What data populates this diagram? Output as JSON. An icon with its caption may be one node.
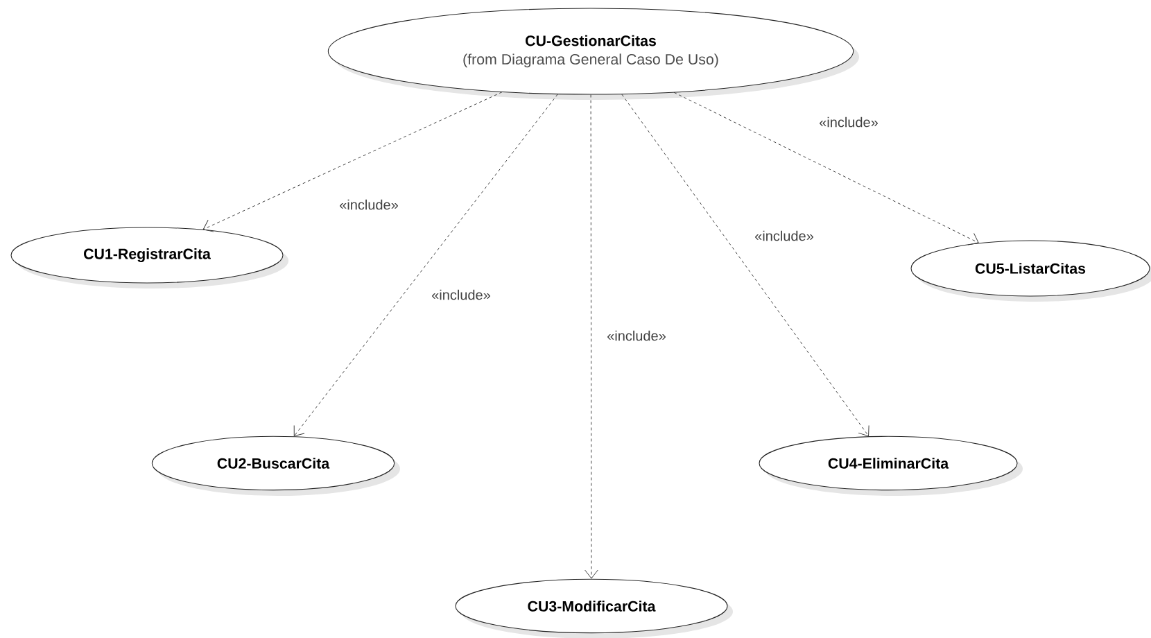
{
  "diagram": {
    "nodes": [
      {
        "text": [
          "CU-GestionarCitas",
          "(from Diagrama General Caso De Uso)"
        ]
      },
      {
        "text": [
          "CU1-RegistrarCita"
        ]
      },
      {
        "text": [
          "CU2-BuscarCita"
        ]
      },
      {
        "text": [
          "CU3-ModificarCita"
        ]
      },
      {
        "text": [
          "CU4-EliminarCita"
        ]
      },
      {
        "text": [
          "CU5-ListarCitas"
        ]
      }
    ],
    "edges": [
      {
        "from": 0,
        "to": 1,
        "arrow": "to",
        "label": "«include»",
        "style": "dashed"
      },
      {
        "from": 0,
        "to": 2,
        "arrow": "to",
        "label": "«include»",
        "style": "dashed"
      },
      {
        "from": 0,
        "to": 3,
        "arrow": "to",
        "label": "«include»",
        "style": "dashed"
      },
      {
        "from": 0,
        "to": 4,
        "arrow": "to",
        "label": "«include»",
        "style": "dashed"
      },
      {
        "from": 0,
        "to": 5,
        "arrow": "to",
        "label": "«include»",
        "style": "dashed"
      }
    ]
  }
}
